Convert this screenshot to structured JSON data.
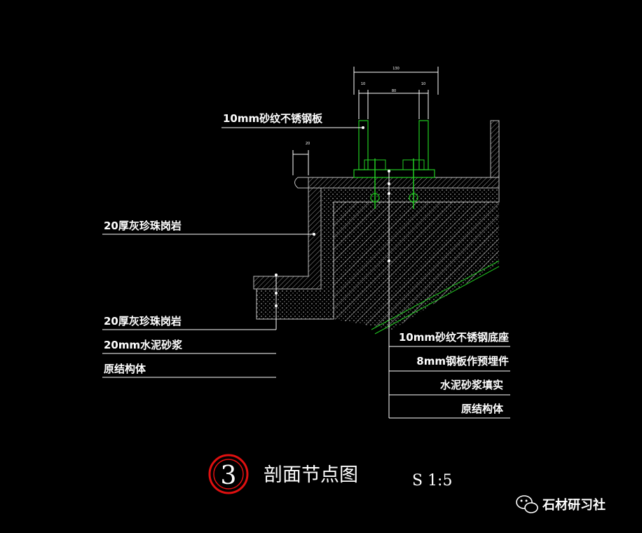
{
  "title": "剖面节点图",
  "drawing_number": "3",
  "scale": "S 1:5",
  "watermark": "石材研习社",
  "dimensions": {
    "overall": "130",
    "left": "10",
    "middle": "80",
    "right": "10",
    "edge": "20"
  },
  "labels": {
    "top_plate": "10mm砂纹不锈钢板",
    "upper_stone": "20厚灰珍珠岗岩",
    "lower_stone": "20厚灰珍珠岗岩",
    "mortar": "20mm水泥砂浆",
    "structure_left": "原结构体",
    "base": "10mm砂纹不锈钢底座",
    "embedded_plate": "8mm钢板作预埋件",
    "fill": "水泥砂浆填实",
    "structure_right": "原结构体"
  },
  "colors": {
    "background": "#000000",
    "line": "#ffffff",
    "stone": "#bdbdbd",
    "steel": "#22cc22",
    "accent": "#e01010"
  }
}
